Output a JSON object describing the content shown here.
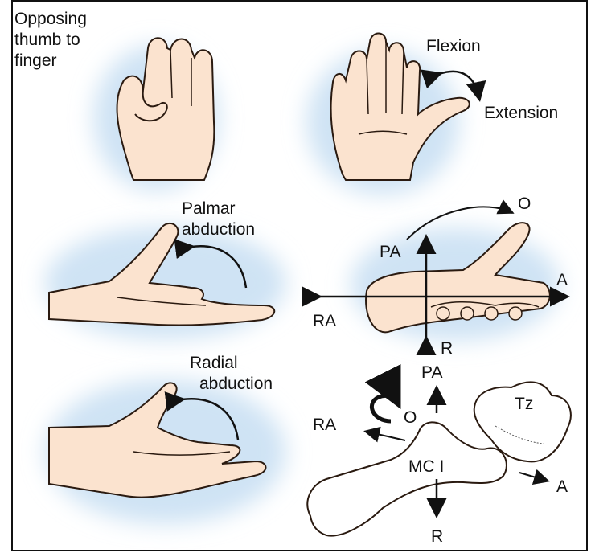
{
  "labels": {
    "opposing": [
      "Opposing",
      "thumb to",
      "finger"
    ],
    "flexion": "Flexion",
    "extension": "Extension",
    "palmar_abduction": [
      "Palmar",
      "abduction"
    ],
    "radial_abduction": [
      "Radial",
      "abduction"
    ],
    "axes_mid": {
      "O": "O",
      "PA": "PA",
      "A": "A",
      "RA": "RA",
      "R": "R"
    },
    "axes_bottom": {
      "PA": "PA",
      "O": "O",
      "RA": "RA",
      "Tz": "Tz",
      "MCI": "MC I",
      "A": "A",
      "R": "R"
    }
  },
  "colors": {
    "skin": "#fbe3cf",
    "skin_outline": "#2a1a10",
    "glow": "#cfe3f4",
    "bone": "#ffffff",
    "arrow": "#111111"
  }
}
